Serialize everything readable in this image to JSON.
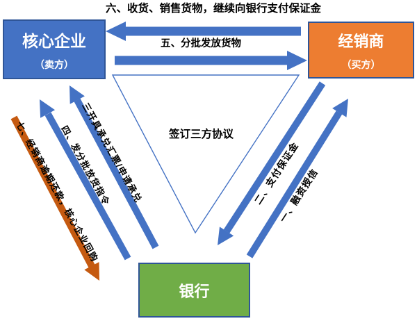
{
  "colors": {
    "blue": "#4472C4",
    "border": "#2F5597",
    "orange": "#ED7D31",
    "orangeDark": "#C55A11",
    "green": "#70AD47",
    "ink": "#000000",
    "paper": "#FFFFFF"
  },
  "nodes": {
    "core": {
      "title": "核心企业",
      "subtitle": "（卖方）"
    },
    "dealer": {
      "title": "经销商",
      "subtitle": "（买方）"
    },
    "bank": {
      "title": "银行"
    }
  },
  "labels": {
    "step6": "六、收货、销售货物，继续向银行支付保证金",
    "step5": "五、分批发放货物",
    "agreement": "签订三方协议",
    "step3": "三开具承兑汇票/申请承兑",
    "step4": "四、发分批放货指令",
    "step7": "七、经销商逾期还款，核心企业回购",
    "step2": "二、支付保证金",
    "step1": "一、融资授信"
  }
}
